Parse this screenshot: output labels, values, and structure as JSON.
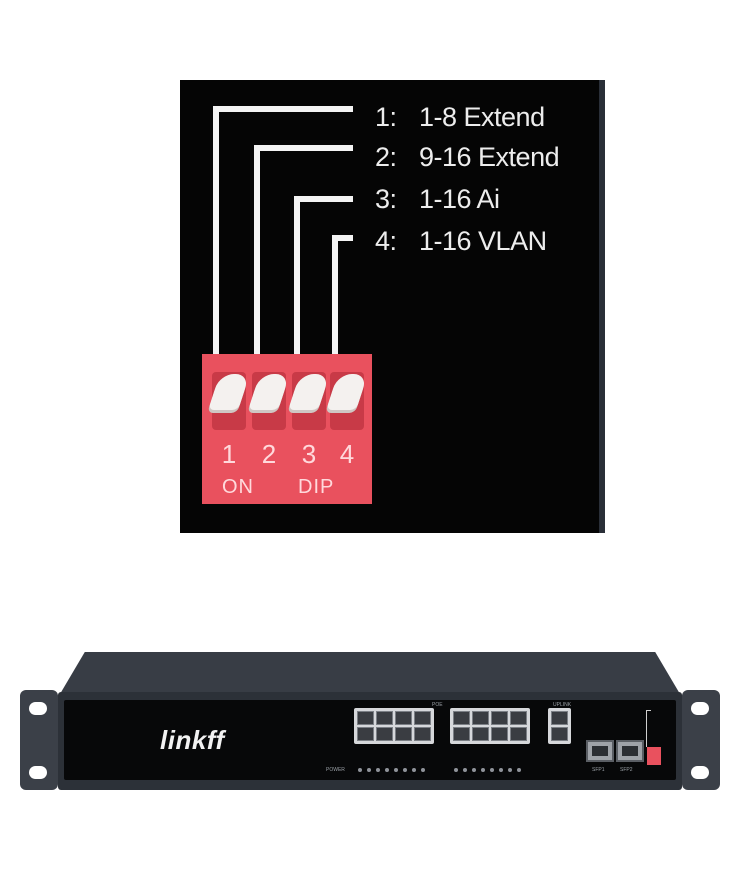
{
  "dip_closeup": {
    "legend": [
      {
        "num": "1:",
        "text": "1-8 Extend"
      },
      {
        "num": "2:",
        "text": "9-16 Extend"
      },
      {
        "num": "3:",
        "text": "1-16 Ai"
      },
      {
        "num": "4:",
        "text": "1-16 VLAN"
      }
    ],
    "switch": {
      "numbers": [
        "1",
        "2",
        "3",
        "4"
      ],
      "on_label": "ON",
      "dip_label": "DIP"
    }
  },
  "product": {
    "brand": "linkff",
    "labels": {
      "poe": "POE",
      "uplink": "UPLINK",
      "power": "POWER",
      "sfp1": "SFP1",
      "sfp2": "SFP2"
    }
  },
  "colors": {
    "panel_bg": "#050505",
    "dip_red": "#e9515e",
    "chassis": "#2c3138"
  }
}
